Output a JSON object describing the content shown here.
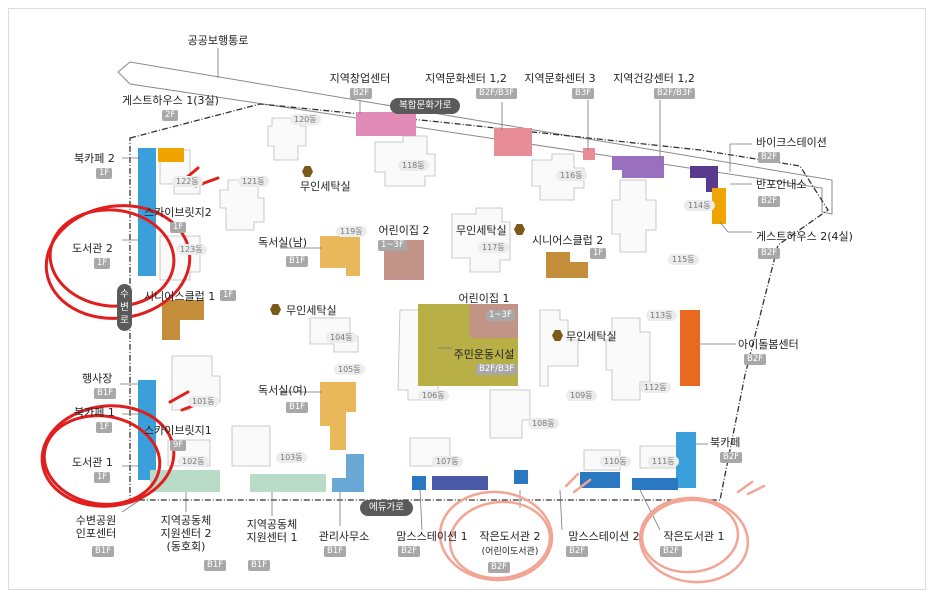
{
  "map": {
    "top_walkway": "공공보행통로",
    "roads": {
      "complex_culture": "복합문화가로",
      "edu": "에듀가로",
      "riverside": [
        "수",
        "변",
        "로"
      ]
    },
    "facilities": {
      "startup_center": {
        "name": "지역창업센터",
        "floor": "B2F"
      },
      "culture_center_12": {
        "name": "지역문화센터 1,2",
        "floor": "B2F/B3F"
      },
      "culture_center_3": {
        "name": "지역문화센터 3",
        "floor": "B3F"
      },
      "health_center": {
        "name": "지역건강센터 1,2",
        "floor": "B2F/B3F"
      },
      "guesthouse_1": {
        "name": "게스트하우스 1(3실)",
        "floor": "2F"
      },
      "bike_station": {
        "name": "바이크스테이션",
        "floor": "B2F"
      },
      "banpo_info": {
        "name": "반포안내소",
        "floor": "B2F"
      },
      "guesthouse_2": {
        "name": "게스트하우스 2(4실)",
        "floor": "B2F"
      },
      "book_cafe_2": {
        "name": "북카페 2",
        "floor": "1F"
      },
      "sky_bridge_2": {
        "name": "스카이브릿지2",
        "floor": "1F"
      },
      "library_2": {
        "name": "도서관 2",
        "floor": "1F"
      },
      "senior_club_1": {
        "name": "시니어스클럽 1",
        "floor": "1F"
      },
      "laundry_1": {
        "name": "무인세탁실"
      },
      "reading_male": {
        "name": "독서실(남)",
        "floor": "B1F"
      },
      "daycare_2": {
        "name": "어린이집 2",
        "floor": "1~3F"
      },
      "laundry_2": {
        "name": "무인세탁실"
      },
      "senior_club_2": {
        "name": "시니어스클럽 2",
        "floor": "1F"
      },
      "laundry_3": {
        "name": "무인세탁실"
      },
      "daycare_1": {
        "name": "어린이집 1",
        "floor": "1~3F"
      },
      "community": {
        "name": "주민운동시설",
        "floor": "B2F/B3F"
      },
      "laundry_4": {
        "name": "무인세탁실"
      },
      "childcare": {
        "name": "아이돌봄센터",
        "floor": "B2F"
      },
      "event_hall": {
        "name": "행사장",
        "floor": "B1F"
      },
      "book_cafe_1": {
        "name": "북카페 1",
        "floor": "1F"
      },
      "sky_bridge_1": {
        "name": "스카이브릿지1",
        "floor": "9F"
      },
      "library_1": {
        "name": "도서관 1",
        "floor": "1F"
      },
      "reading_female": {
        "name": "독서실(여)",
        "floor": "B1F"
      },
      "book_cafe": {
        "name": "북카페",
        "floor": "B2F"
      },
      "riverside_park": {
        "name": "수변공원\n인포센터",
        "floor": "B1F"
      },
      "support_2": {
        "name": "지역공동체\n지원센터 2\n(동호회)",
        "floor": "B1F"
      },
      "support_1": {
        "name": "지역공동체\n지원센터 1",
        "floor": "B1F"
      },
      "management": {
        "name": "관리사무소",
        "floor": "B1F"
      },
      "mom_station_1": {
        "name": "맘스스테이션 1",
        "floor": "B2F"
      },
      "small_library_2": {
        "name": "작은도서관 2",
        "sub": "(어린이도서관)",
        "floor": "B2F"
      },
      "mom_station_2": {
        "name": "맘스스테이션 2",
        "floor": "B2F"
      },
      "small_library_1": {
        "name": "작은도서관 1",
        "floor": "B2F"
      }
    },
    "buildings": [
      "120동",
      "118동",
      "122동",
      "121동",
      "119동",
      "117동",
      "116동",
      "115동",
      "114동",
      "123동",
      "104동",
      "113동",
      "105동",
      "106동",
      "109동",
      "112동",
      "101동",
      "108동",
      "102동",
      "103동",
      "107동",
      "110동",
      "111동"
    ],
    "colors": {
      "library_blue": "#3b9fdc",
      "orange": "#f0a400",
      "pink": "#e08bb8",
      "salmon": "#e88c97",
      "purple": "#9a6fbe",
      "brown": "#c48d3a",
      "olive": "#b8b047",
      "red_annotation": "#e01e1e",
      "salmon_annotation": "#f2a594"
    }
  }
}
